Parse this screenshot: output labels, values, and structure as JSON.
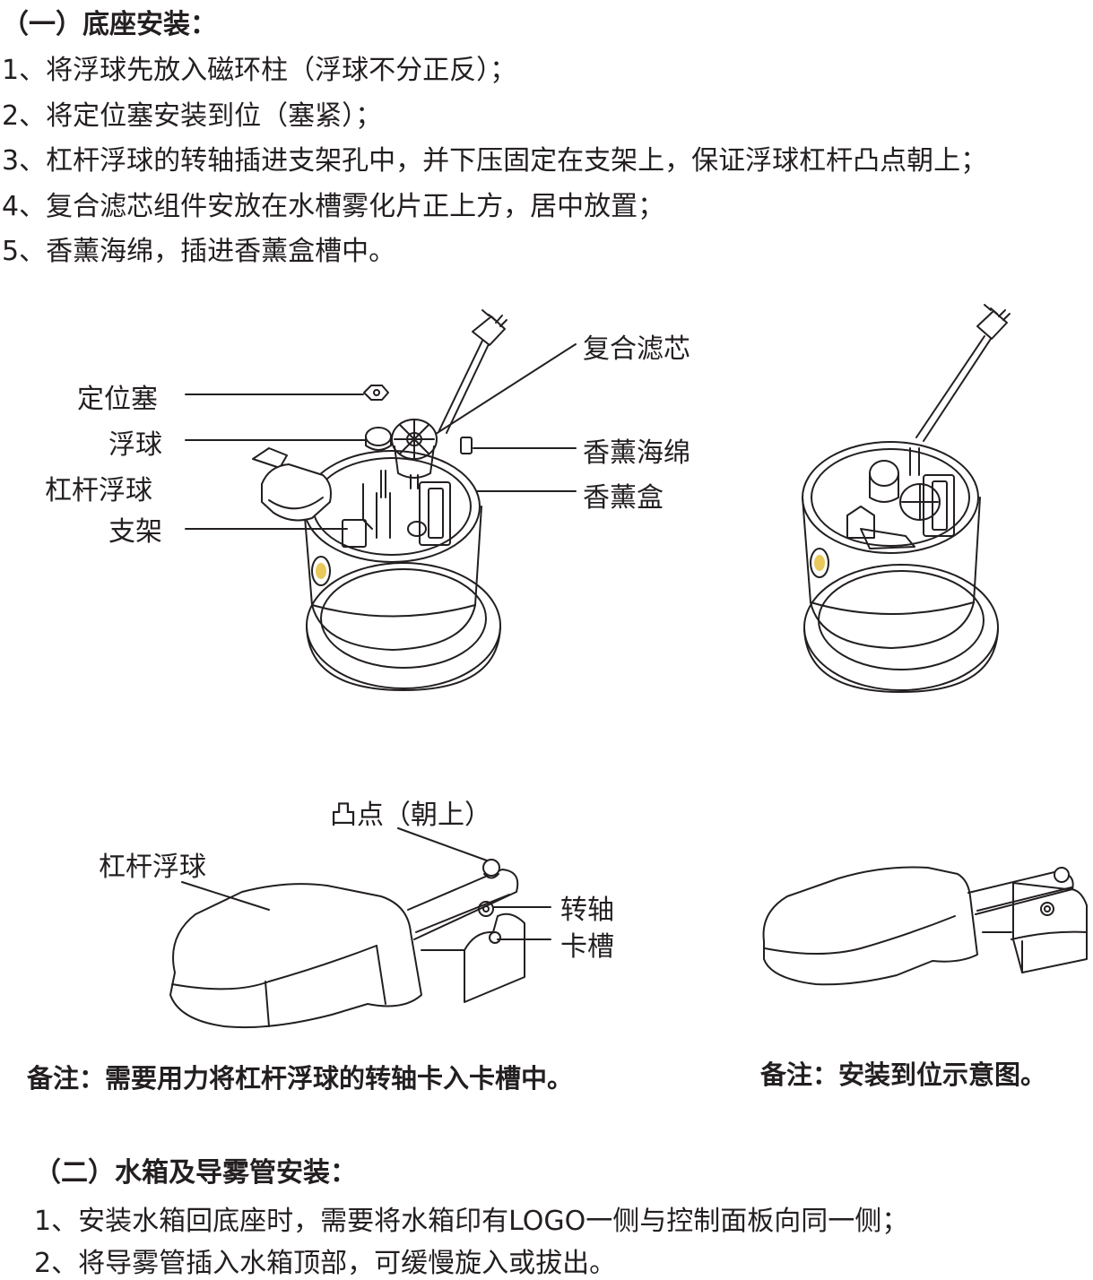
{
  "section1": {
    "title": "（一）底座安装：",
    "steps": [
      "1、将浮球先放入磁环柱（浮球不分正反）；",
      "2、将定位塞安装到位（塞紧）；",
      "3、杠杆浮球的转轴插进支架孔中，并下压固定在支架上，保证浮球杠杆凸点朝上；",
      "4、复合滤芯组件安放在水槽雾化片正上方，居中放置；",
      "5、香薰海绵，插进香薰盒槽中。"
    ]
  },
  "figure_base": {
    "labels": {
      "positioning_plug": "定位塞",
      "float_ball": "浮球",
      "lever_float_ball_line1": "杠杆浮球",
      "lever_float_ball_line2": "支架",
      "composite_filter": "复合滤芯",
      "aroma_sponge": "香薰海绵",
      "aroma_box": "香薰盒"
    }
  },
  "figure_lever": {
    "labels": {
      "bump": "凸点（朝上）",
      "lever_float": "杠杆浮球",
      "shaft": "转轴",
      "slot": "卡槽"
    },
    "note_left": "备注：需要用力将杠杆浮球的转轴卡入卡槽中。",
    "note_right": "备注：安装到位示意图。"
  },
  "section2": {
    "title": "（二）水箱及导雾管安装：",
    "steps": [
      "1、安装水箱回底座时，需要将水箱印有LOGO一侧与控制面板向同一侧；",
      "2、将导雾管插入水箱顶部，可缓慢旋入或拔出。"
    ]
  },
  "colors": {
    "text": "#231f20",
    "line": "#231f20",
    "indicator": "#e8c95a"
  }
}
